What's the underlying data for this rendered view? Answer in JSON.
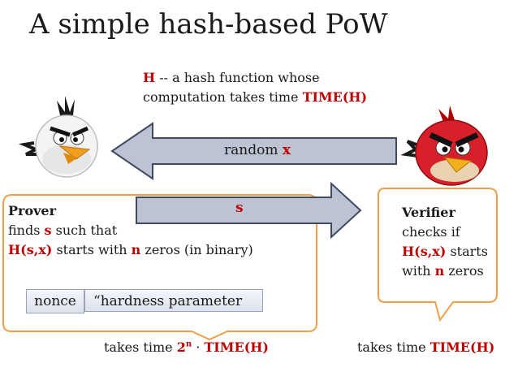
{
  "title": "A simple hash-based PoW",
  "hash_def": {
    "symbol": "H",
    "line1_rest": " --  a hash function whose",
    "line2_prefix": "computation takes time ",
    "line2_value": "TIME(H)"
  },
  "arrow_top": {
    "prefix": "random ",
    "var": "x"
  },
  "arrow_bottom": {
    "label": "s"
  },
  "prover": {
    "heading": "Prover",
    "line2_prefix": "finds ",
    "line2_var": "s",
    "line2_suffix": " such that",
    "line3_var": "H(s,x)",
    "line3_mid": " starts with ",
    "line3_n": "n",
    "line3_suffix": " zeros (in binary)",
    "tags": [
      "nonce",
      "“hardness  parameter"
    ],
    "time_prefix": "takes time ",
    "time_base": "2",
    "time_exp": "n",
    "time_dot": " · ",
    "time_value": "TIME(H)"
  },
  "verifier": {
    "heading": "Verifier",
    "line2": "checks if",
    "line3_var": "H(s,x)",
    "line3_suffix": " starts",
    "line4_prefix": "with ",
    "line4_n": "n",
    "line4_suffix": " zeros",
    "time_prefix": "takes time ",
    "time_value": "TIME(H)"
  },
  "colors": {
    "accent_red": "#c00000",
    "bubble_border": "#f2a048",
    "arrow_fill": "#bcc3d3",
    "arrow_stroke": "#3f4a60"
  },
  "icons": [
    "white-bird-icon",
    "red-bird-icon"
  ]
}
